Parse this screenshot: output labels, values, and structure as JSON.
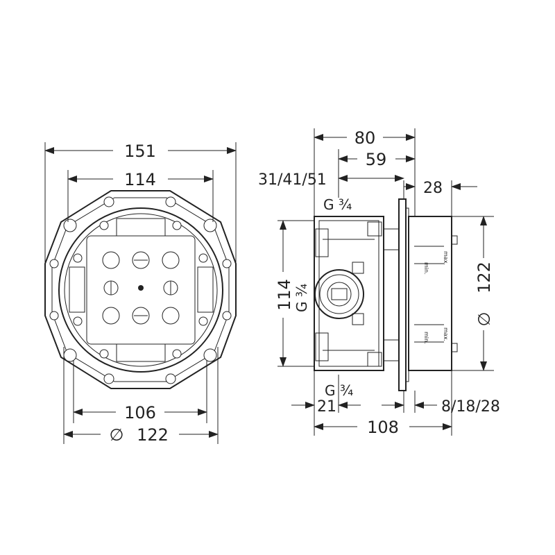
{
  "dimensions": {
    "front_width_outer": "151",
    "front_width_inner": "114",
    "front_hole_spacing": "106",
    "front_diameter": "122",
    "side_depth_total": "80",
    "side_depth_inner": "59",
    "side_cover_options": "31/41/51",
    "side_projection": "28",
    "side_height": "114",
    "side_diameter": "122",
    "side_offset_left": "21",
    "side_offset_right": "8/18/28",
    "side_total_depth": "108"
  },
  "labels": {
    "thread_top": "G ¾",
    "thread_side": "G ¾",
    "thread_bottom": "G ¾",
    "diameter_symbol": "∅",
    "marker_min": "min.",
    "marker_max": "max."
  }
}
